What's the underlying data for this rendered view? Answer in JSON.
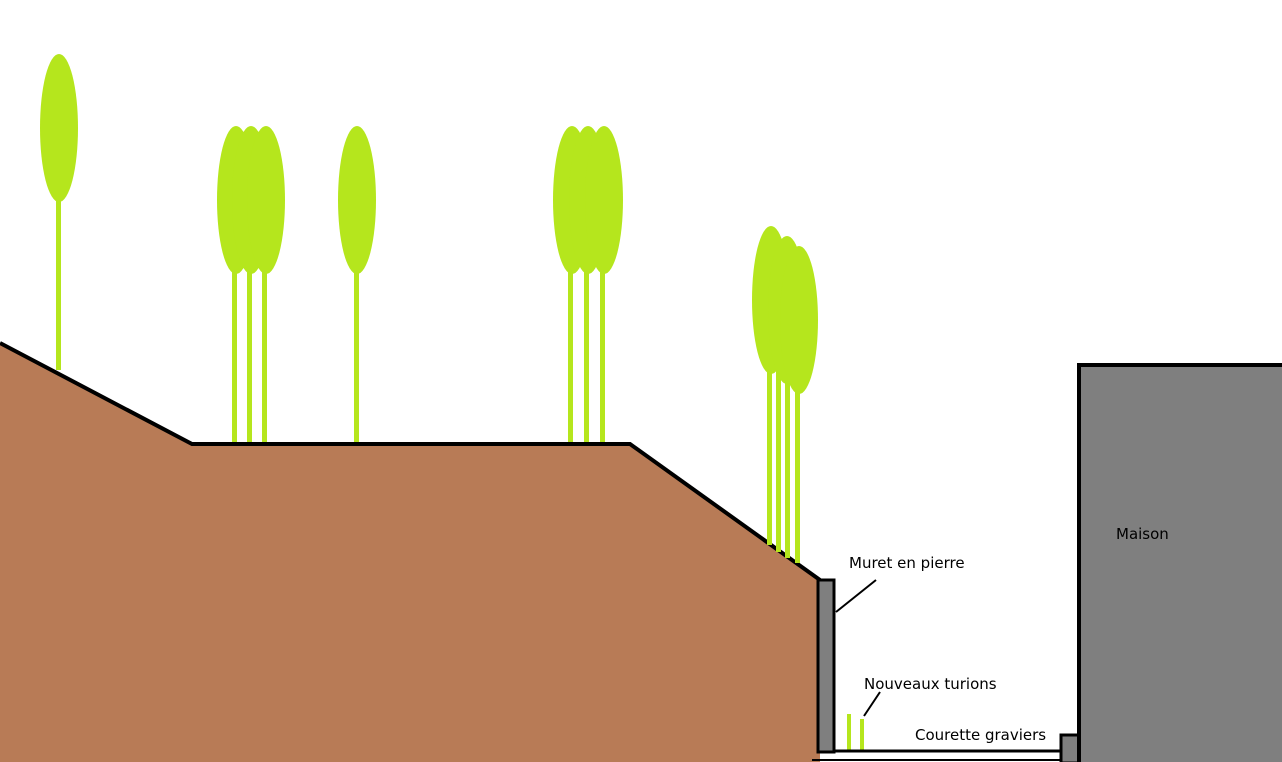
{
  "labels": {
    "wall": "Muret en pierre",
    "shoots": "Nouveaux turions",
    "courtyard": "Courette graviers",
    "house": "Maison"
  },
  "colors": {
    "soil": "#b87b56",
    "plant": "#b5e61d",
    "stone": "#7f7f7f",
    "outline": "#000000",
    "background": "#ffffff"
  }
}
